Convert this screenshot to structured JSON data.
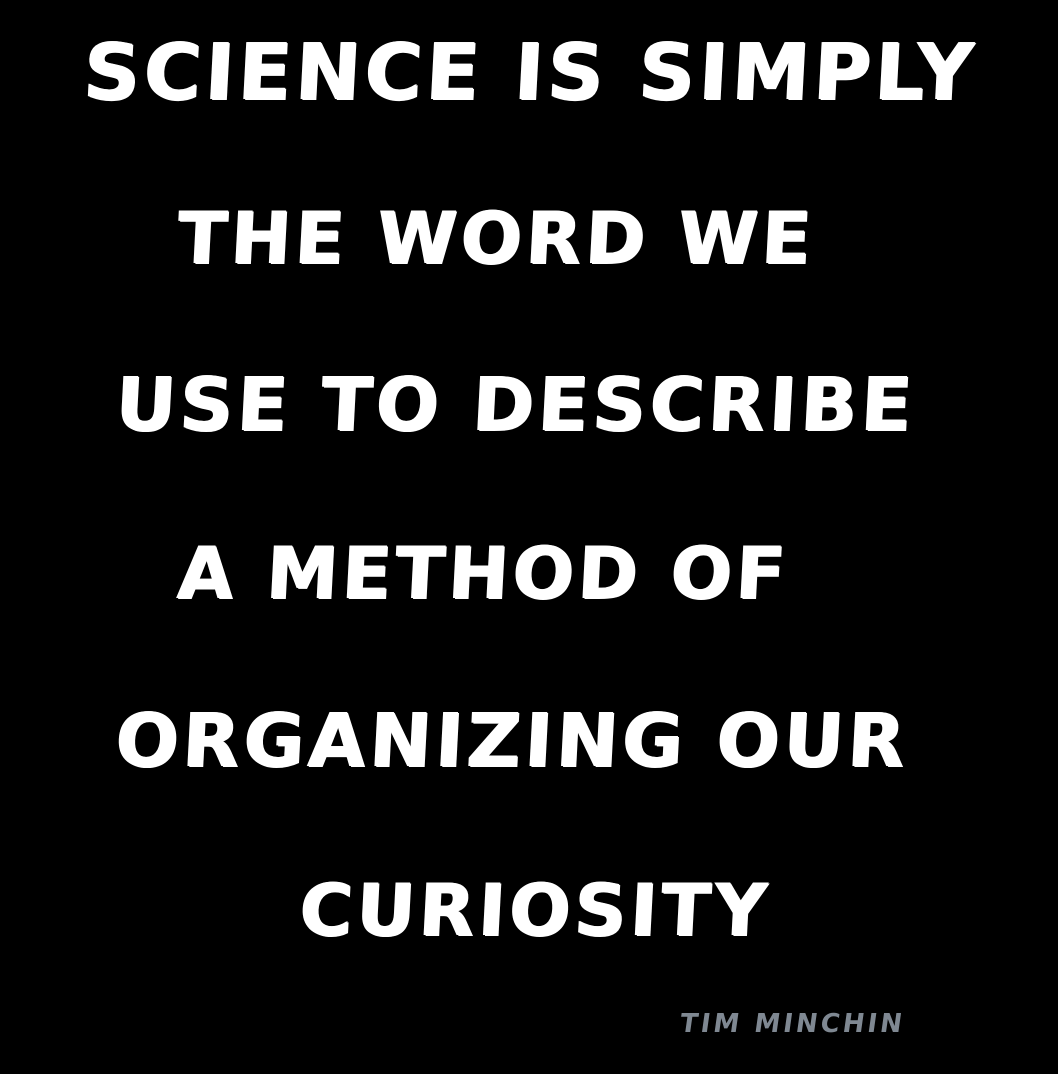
{
  "quote": {
    "lines": [
      "SCIENCE IS SIMPLY",
      "THE WORD WE",
      "USE TO DESCRIBE",
      "A METHOD OF",
      "ORGANIZING OUR",
      "CURIOSITY"
    ],
    "text_color": "#ffffff"
  },
  "attribution": {
    "author": "TIM MINCHIN",
    "color": "#7f8892"
  },
  "background_color": "#000000"
}
